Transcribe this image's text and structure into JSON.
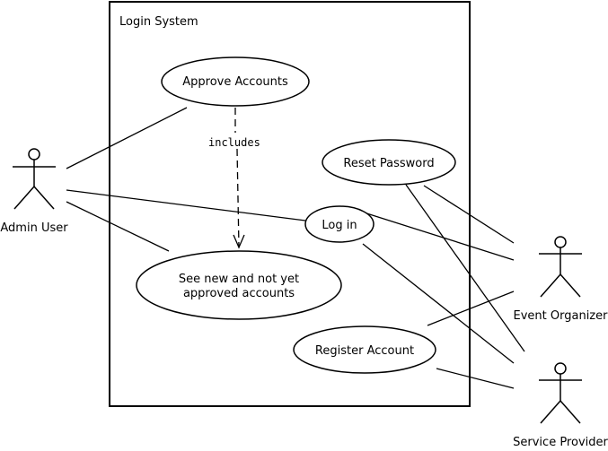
{
  "system": {
    "title": "Login System"
  },
  "use_cases": {
    "approve_accounts": "Approve Accounts",
    "reset_password": "Reset Password",
    "log_in": "Log in",
    "see_accounts_line1": "See new and not yet",
    "see_accounts_line2": "approved accounts",
    "register_account": "Register Account"
  },
  "actors": {
    "admin_user": "Admin User",
    "event_organizer": "Event Organizer",
    "service_provider": "Service Provider"
  },
  "relations": {
    "include_label": "includes"
  },
  "colors": {
    "line": "#000000",
    "background": "#ffffff"
  }
}
